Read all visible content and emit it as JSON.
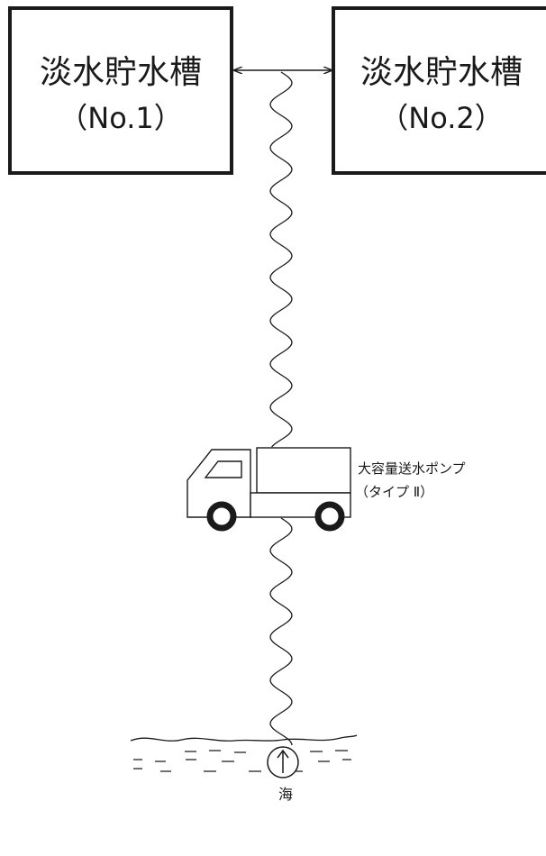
{
  "tanks": [
    {
      "name": "淡水貯水槽",
      "id": "（No.1）"
    },
    {
      "name": "淡水貯水槽",
      "id": "（No.2）"
    }
  ],
  "pump": {
    "name": "大容量送水ポンプ",
    "type": "（タイプ Ⅱ）"
  },
  "sea": {
    "label": "海"
  },
  "colors": {
    "line": "#1a1a1a",
    "background": "#ffffff"
  }
}
